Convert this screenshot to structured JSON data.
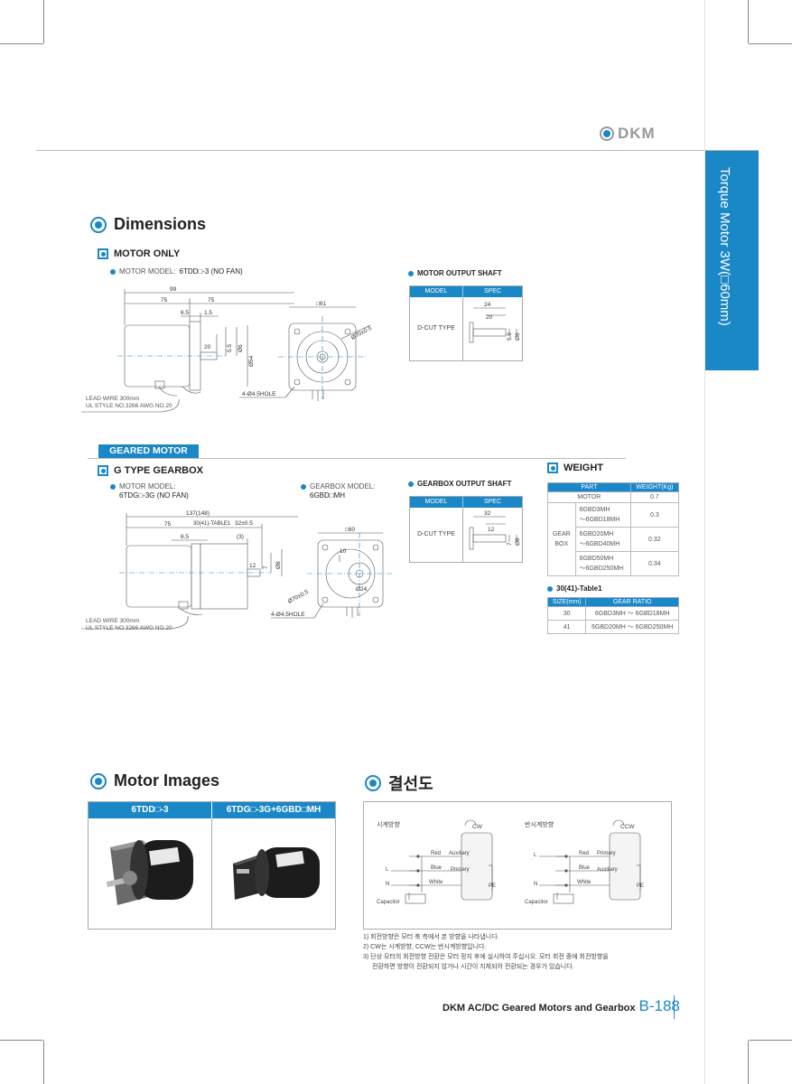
{
  "brand": {
    "logo_text": "DKM"
  },
  "side_tab": {
    "label": "Torque Motor 3W(□60mm)"
  },
  "dimensions": {
    "title": "Dimensions",
    "motor_only": {
      "heading": "MOTOR ONLY",
      "model_label": "MOTOR MODEL:",
      "model_value": "6TDD□-3 (NO FAN)",
      "lead_wire_1": "LEAD WIRE 300mm",
      "lead_wire_2": "UL STYLE NO.3266 AWG NO.20",
      "dims": {
        "total": "99",
        "body": "75",
        "body2": "75",
        "a": "6.5",
        "b": "1.5",
        "shaft": "20",
        "d1": "5.5",
        "d2": "Ø6",
        "d3": "Ø54",
        "sq": "□61",
        "pcd": "Ø70±0.5",
        "hole": "4-Ø4.5HOLE"
      }
    },
    "output_shaft": {
      "heading": "MOTOR OUTPUT SHAFT",
      "col_model": "MODEL",
      "col_spec": "SPEC",
      "row_model": "D-CUT TYPE",
      "dims": {
        "a": "24",
        "b": "20",
        "c": "5.5",
        "d": "Ø6"
      }
    },
    "geared_motor": {
      "badge": "GEARED MOTOR",
      "heading": "G TYPE GEARBOX",
      "motor_model_label": "MOTOR MODEL:",
      "motor_model_value": "6TDG□-3G (NO FAN)",
      "gearbox_model_label": "GEARBOX MODEL:",
      "gearbox_model_value": "6GBD□MH",
      "lead_wire_1": "LEAD WIRE 300mm",
      "lead_wire_2": "UL STYLE NO.3266 AWG NO.20",
      "dims": {
        "total": "137(148)",
        "a": "75",
        "b": "30(41)-TABLE1",
        "c": "32±0.5",
        "d": "6.5",
        "e": "(3)",
        "f": "12",
        "g": "7",
        "h": "Ø8",
        "sq": "□60",
        "i": "10",
        "j": "Ø24",
        "pcd": "Ø70±0.5",
        "hole": "4-Ø4.5HOLE"
      }
    },
    "gearbox_shaft": {
      "heading": "GEARBOX OUTPUT SHAFT",
      "col_model": "MODEL",
      "col_spec": "SPEC",
      "row_model": "D-CUT TYPE",
      "dims": {
        "a": "32",
        "b": "12",
        "c": "7",
        "d": "Ø8"
      }
    },
    "weight": {
      "heading": "WEIGHT",
      "col_part": "PART",
      "col_weight": "WEIGHT(Kg)",
      "motor_label": "MOTOR",
      "motor_weight": "0.7",
      "gear_label_1": "GEAR",
      "gear_label_2": "BOX",
      "rows": [
        {
          "l1": "6GBD3MH",
          "l2": "～6GBD18MH",
          "w": "0.3"
        },
        {
          "l1": "6GBD20MH",
          "l2": "～6GBD40MH",
          "w": "0.32"
        },
        {
          "l1": "6GBD50MH",
          "l2": "～6GBD250MH",
          "w": "0.34"
        }
      ]
    },
    "table1": {
      "heading": "30(41)-Table1",
      "col_size": "SIZE(mm)",
      "col_ratio": "GEAR RATIO",
      "rows": [
        {
          "size": "30",
          "ratio": "6GBD3MH ～ 6GBD18MH"
        },
        {
          "size": "41",
          "ratio": "6GBD20MH ～ 6GBD250MH"
        }
      ]
    }
  },
  "motor_images": {
    "title": "Motor Images",
    "col1": "6TDD□-3",
    "col2": "6TDG□-3G+6GBD□MH"
  },
  "wiring": {
    "title": "결선도",
    "cw_title": "시계방향",
    "ccw_title": "반시계방향",
    "cw_label": "CW",
    "ccw_label": "CCW",
    "red": "Red",
    "blue": "Blue",
    "white": "White",
    "auxiliary": "Auxiliary",
    "primary": "Primary",
    "pe": "PE",
    "l": "L",
    "n": "N",
    "capacitor": "Capacitor",
    "notes": [
      "1) 회전방향은 모터 축 측에서 본 방향을 나타냅니다.",
      "2) CW는 시계방향, CCW는 반시계방향입니다.",
      "3) 단상 모터의 회전방향 전환은 모터 정지 후에 실시하여 주십시오. 모터 회전 중에 회전방향을",
      "    전환하면 방향이 전환되지 않거나 시간이 지체되어 전환되는 경우가 있습니다."
    ]
  },
  "footer": {
    "text": "DKM AC/DC Geared Motors and Gearbox",
    "page": "B-188"
  },
  "colors": {
    "accent": "#1a87c7"
  }
}
